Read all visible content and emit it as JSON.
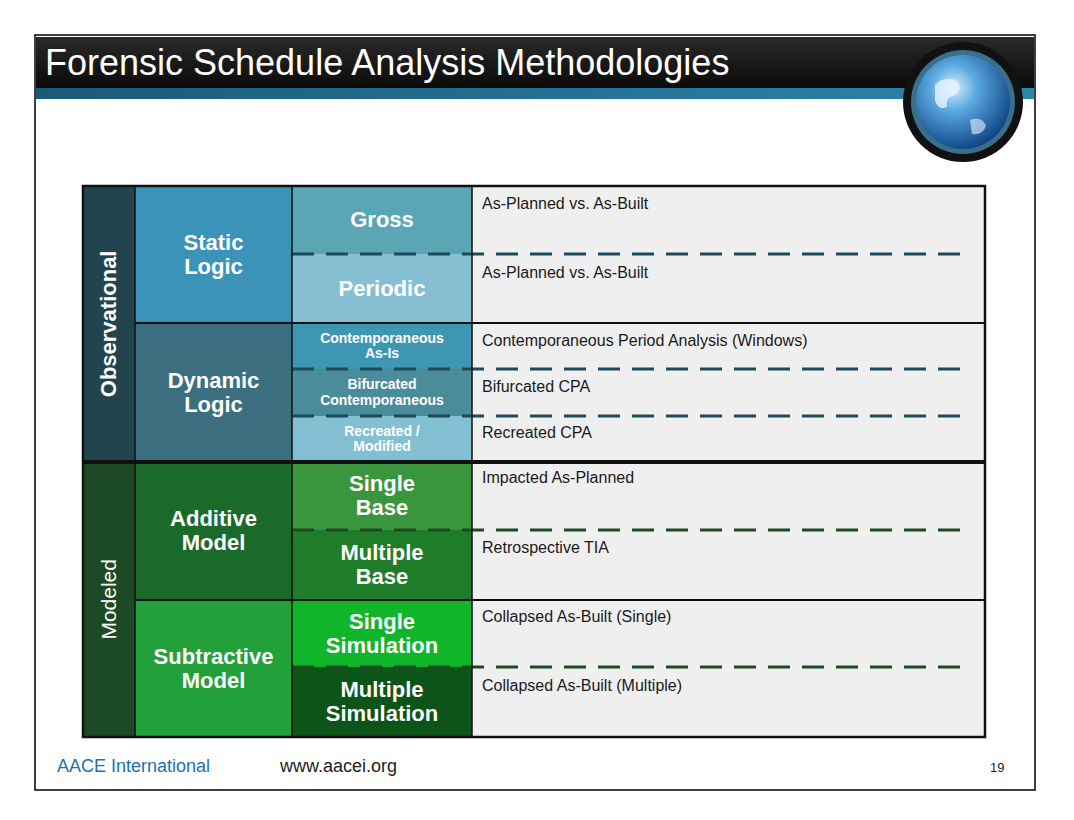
{
  "diagram": {
    "title": "Forensic Schedule Analysis Methodologies",
    "nodes": [
      {
        "text": [
          "Observational"
        ]
      },
      {
        "text": [
          "Static Logic"
        ],
        "in": 0
      },
      {
        "text": [
          "Gross"
        ],
        "in": 1
      },
      {
        "text": [
          "Periodic"
        ],
        "in": 1
      },
      {
        "text": [
          "Dynamic Logic"
        ],
        "in": 0
      },
      {
        "text": [
          "Contemporaneous As-Is"
        ],
        "in": 4
      },
      {
        "text": [
          "Bifurcated Contemporaneous"
        ],
        "in": 4
      },
      {
        "text": [
          "Recreated / Modified"
        ],
        "in": 4
      },
      {
        "text": [
          "Modeled"
        ]
      },
      {
        "text": [
          "Additive Model"
        ],
        "in": 8
      },
      {
        "text": [
          "Single Base"
        ],
        "in": 9
      },
      {
        "text": [
          "Multiple Base"
        ],
        "in": 9
      },
      {
        "text": [
          "Subtractive Model"
        ],
        "in": 8
      },
      {
        "text": [
          "Single Simulation"
        ],
        "in": 12
      },
      {
        "text": [
          "Multiple Simulation"
        ],
        "in": 12
      }
    ],
    "labels": [
      "As-Planned vs. As-Built",
      "As-Planned vs. As-Built",
      "Contemporaneous Period Analysis (Windows)",
      "Bifurcated CPA",
      "Recreated CPA",
      "Impacted As-Planned",
      "Retrospective TIA",
      "Collapsed As-Built (Single)",
      "Collapsed As-Built (Multiple)",
      "AACE International",
      "www.aacei.org",
      "19"
    ]
  }
}
